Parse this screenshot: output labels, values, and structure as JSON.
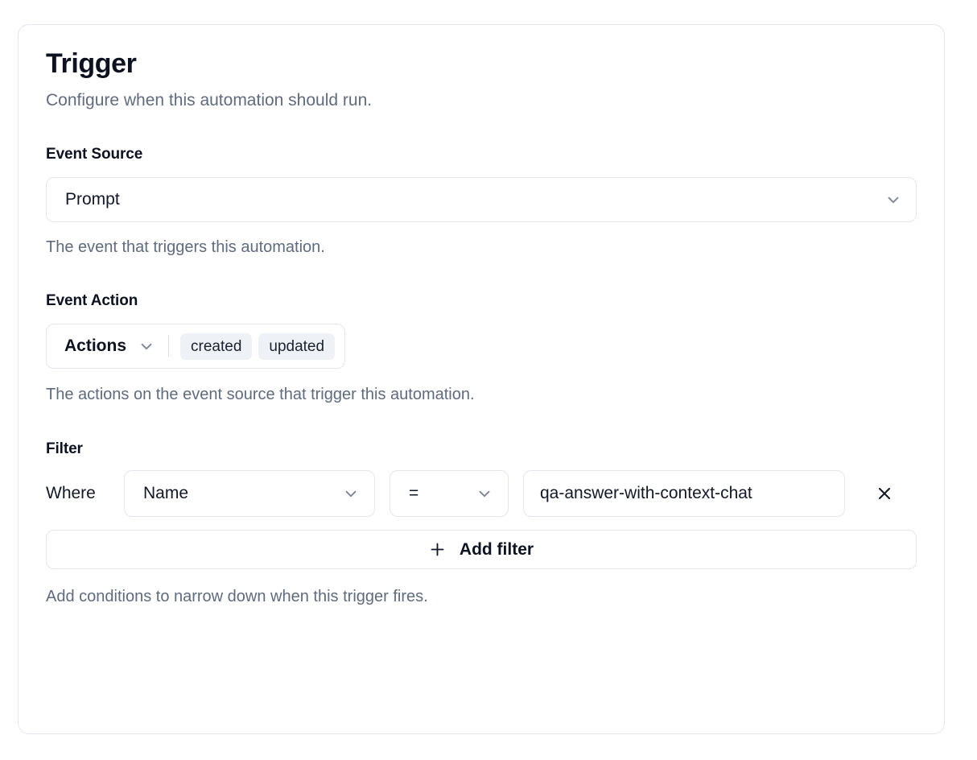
{
  "card": {
    "title": "Trigger",
    "subtitle": "Configure when this automation should run."
  },
  "event_source": {
    "label": "Event Source",
    "selected": "Prompt",
    "helper": "The event that triggers this automation.",
    "chevron_icon": "chevron-down-icon"
  },
  "event_action": {
    "label": "Event Action",
    "trigger_label": "Actions",
    "badges": [
      {
        "label": "created"
      },
      {
        "label": "updated"
      }
    ],
    "helper": "The actions on the event source that trigger this automation.",
    "chevron_icon": "chevron-down-icon"
  },
  "filter": {
    "label": "Filter",
    "where_label": "Where",
    "rows": [
      {
        "field": "Name",
        "operator": "=",
        "value": "qa-answer-with-context-chat",
        "remove_icon": "close-icon"
      }
    ],
    "add_filter_label": "Add filter",
    "add_filter_icon": "plus-icon",
    "helper": "Add conditions to narrow down when this trigger fires."
  },
  "colors": {
    "card_border": "#e3e6ec",
    "text_primary": "#0d1220",
    "text_muted": "#5f6b7e",
    "badge_bg": "#eef1f6",
    "chevron": "#7c8697"
  }
}
